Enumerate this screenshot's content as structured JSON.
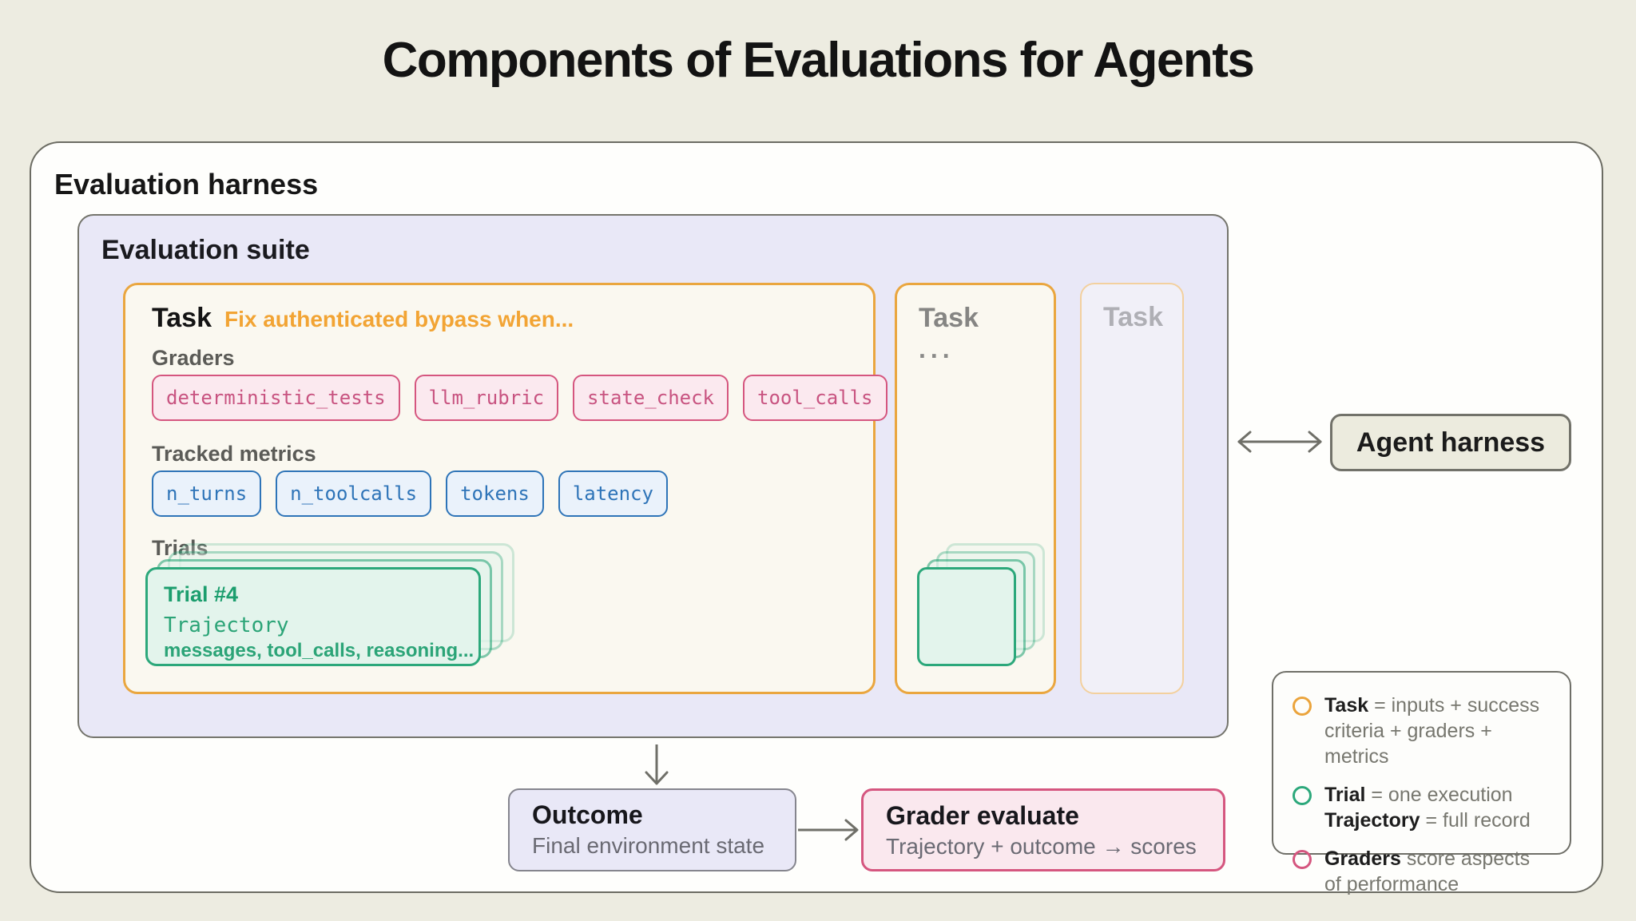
{
  "title": "Components of Evaluations for Agents",
  "colors": {
    "background": "#EDECE1",
    "task_accent": "#EAA63F",
    "trial_accent": "#2CA87B",
    "grader_accent": "#D5567F",
    "metric_accent": "#2E74B8"
  },
  "harness": {
    "label": "Evaluation harness"
  },
  "suite": {
    "label": "Evaluation suite",
    "main_task": {
      "title": "Task",
      "subtitle": "Fix authenticated bypass when...",
      "graders_label": "Graders",
      "graders": [
        "deterministic_tests",
        "llm_rubric",
        "state_check",
        "tool_calls"
      ],
      "metrics_label": "Tracked metrics",
      "metrics": [
        "n_turns",
        "n_toolcalls",
        "tokens",
        "latency"
      ],
      "trials_label": "Trials",
      "trial": {
        "title": "Trial #4",
        "trajectory_label": "Trajectory",
        "details": "messages, tool_calls, reasoning..."
      }
    },
    "task2": {
      "title": "Task",
      "ellipsis": "..."
    },
    "task3": {
      "title": "Task"
    }
  },
  "agent_harness": {
    "label": "Agent harness"
  },
  "outcome": {
    "title": "Outcome",
    "subtitle": "Final environment state"
  },
  "grader_evaluate": {
    "title": "Grader evaluate",
    "subtitle": "Trajectory + outcome → scores"
  },
  "legend": {
    "items": [
      {
        "icon": "task-circle-icon",
        "icon_color": "#EBA43C",
        "lines": [
          [
            {
              "b": "Task"
            },
            {
              "t": " = inputs + success"
            }
          ],
          [
            {
              "t": "criteria + graders + metrics"
            }
          ]
        ]
      },
      {
        "icon": "trial-circle-icon",
        "icon_color": "#2CA87B",
        "lines": [
          [
            {
              "b": "Trial"
            },
            {
              "t": " = one execution"
            }
          ],
          [
            {
              "b": "Trajectory"
            },
            {
              "t": " = full record"
            }
          ]
        ]
      },
      {
        "icon": "graders-circle-icon",
        "icon_color": "#D5567F",
        "lines": [
          [
            {
              "b": "Graders"
            },
            {
              "t": " score aspects"
            }
          ],
          [
            {
              "t": "of performance"
            }
          ]
        ]
      }
    ]
  }
}
